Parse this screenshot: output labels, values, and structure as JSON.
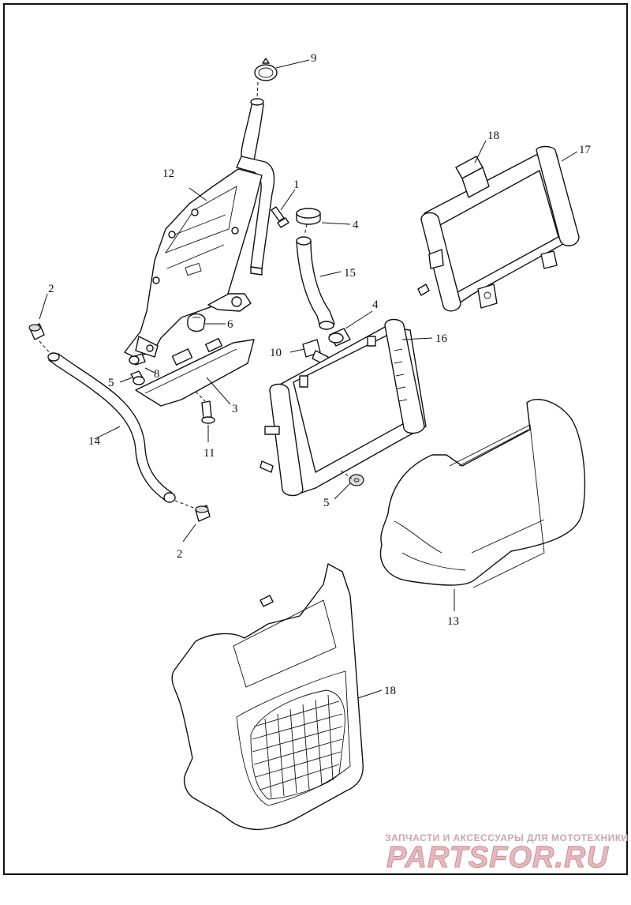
{
  "callouts": {
    "c1": "1",
    "c2a": "2",
    "c2b": "2",
    "c3": "3",
    "c4a": "4",
    "c4b": "4",
    "c5a": "5",
    "c5b": "5",
    "c6": "6",
    "c8": "8",
    "c9": "9",
    "c10": "10",
    "c11": "11",
    "c12": "12",
    "c13": "13",
    "c14": "14",
    "c15": "15",
    "c16": "16",
    "c17": "17",
    "c18a": "18",
    "c18b": "18"
  },
  "watermark": {
    "tagline": "ЗАПЧАСТИ И АКСЕССУАРЫ ДЛЯ МОТОТЕХНИКИ",
    "logo": "PARTSFOR.RU"
  }
}
